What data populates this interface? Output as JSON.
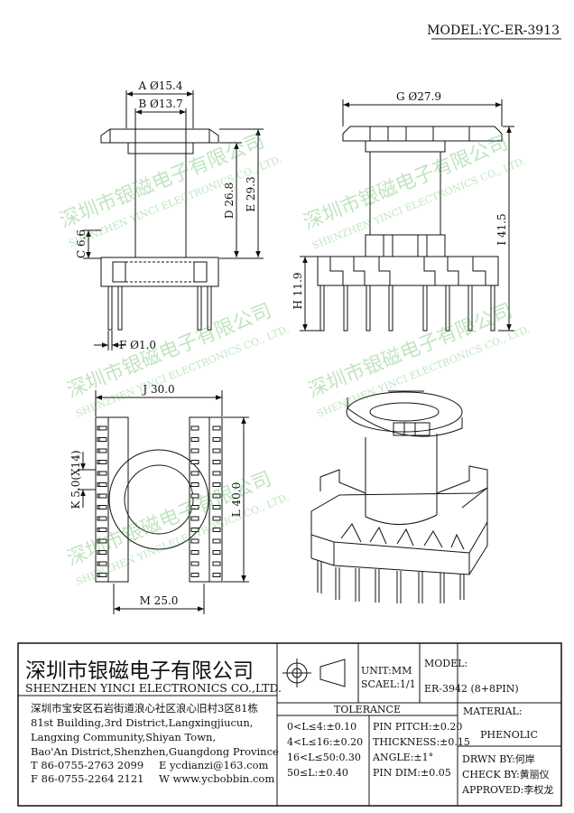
{
  "header": {
    "model_line": "MODEL:YC-ER-3913"
  },
  "dimensions": {
    "a": "A Ø15.4",
    "b": "B Ø13.7",
    "c": "C 6.6",
    "d": "D 26.8",
    "e": "E 29.3",
    "f": "F Ø1.0",
    "g": "G Ø27.9",
    "h": "H 11.9",
    "i": "I 41.5",
    "j": "J 30.0",
    "k": "K 5.0(X14)",
    "l": "L 40.0",
    "m": "M 25.0"
  },
  "watermark": {
    "cn": "深圳市银磁电子有限公司",
    "en": "SHENZHEN YINCI ELECTRONICS CO., LTD."
  },
  "title_block": {
    "company_cn": "深圳市银磁电子有限公司",
    "company_en": "SHENZHEN YINCI ELECTRONICS CO.,LTD.",
    "address_cn": "深圳市宝安区石岩街道浪心社区浪心旧村3区81栋",
    "address_en": [
      "81st Building,3rd District,Langxingjiucun,",
      "Langxing Community,Shiyan Town,",
      "Bao'An District,Shenzhen,Guangdong Province"
    ],
    "phone": "T 86-0755-2763 2099",
    "email": "E ycdianzi@163.com",
    "fax": "F 86-0755-2264 2121",
    "web": "W www.ycbobbin.com",
    "unit": "UNIT:MM",
    "scale": "SCAEL:1/1",
    "model_label": "MODEL:",
    "model_value": "ER-3942 (8+8PIN)",
    "tolerance_title": "TOLERANCE",
    "tolerances": [
      "0<L≤4:±0.10",
      "4<L≤16:±0.20",
      "16<L≤50:0.30",
      "50≤L:±0.40"
    ],
    "pin_specs": [
      "PIN PITCH:±0.20",
      "THICKNESS:±0.15",
      "ANGLE:±1°",
      "PIN DIM:±0.05"
    ],
    "material_label": "MATERIAL:",
    "material_value": "PHENOLIC",
    "drawn_by": "DRWN BY:何岸",
    "check_by": "CHECK BY:黄丽仪",
    "approved": "APPROVED:李权龙"
  },
  "colors": {
    "line": "#111111",
    "watermark": "#3fae3f"
  }
}
